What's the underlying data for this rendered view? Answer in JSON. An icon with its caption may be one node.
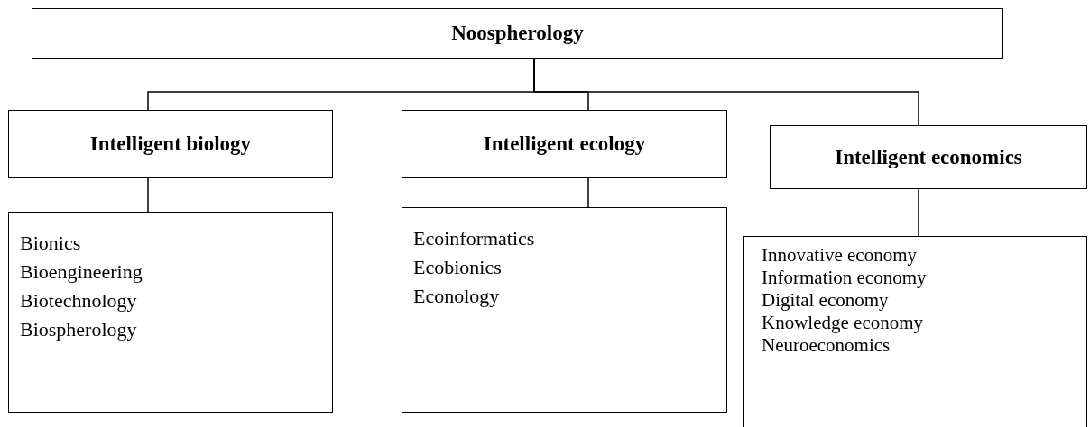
{
  "diagram": {
    "nodes": [
      {
        "text": [
          "Noospherology"
        ]
      },
      {
        "text": [
          "Intelligent biology"
        ]
      },
      {
        "text": [
          "Intelligent ecology"
        ]
      },
      {
        "text": [
          "Intelligent economics"
        ]
      },
      {
        "text": [
          "Bionics",
          "Bioengineering",
          "Biotechnology",
          "Biospherology"
        ]
      },
      {
        "text": [
          "Ecoinformatics",
          "Ecobionics",
          "Econology"
        ]
      },
      {
        "text": [
          "Innovative economy",
          "Information economy",
          "Digital economy",
          "Knowledge economy",
          "Neuroeconomics"
        ]
      }
    ],
    "edges": [
      {
        "from": 0,
        "to": 1,
        "arrow": "none"
      },
      {
        "from": 0,
        "to": 2,
        "arrow": "none"
      },
      {
        "from": 0,
        "to": 3,
        "arrow": "none"
      },
      {
        "from": 1,
        "to": 4,
        "arrow": "none"
      },
      {
        "from": 2,
        "to": 5,
        "arrow": "none"
      },
      {
        "from": 3,
        "to": 6,
        "arrow": "none"
      }
    ]
  }
}
